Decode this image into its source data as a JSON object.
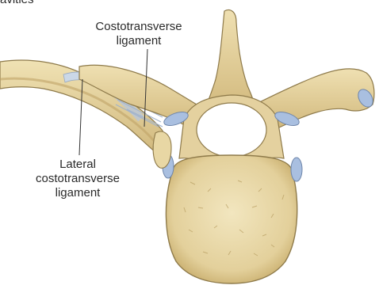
{
  "labels": {
    "top_fragment": "avitles",
    "costotransverse": [
      "Costotransverse",
      "ligament"
    ],
    "lateral_costotransverse": [
      "Lateral",
      "costotransverse",
      "ligament"
    ]
  },
  "colors": {
    "bone": "#e7d7a6",
    "bone_dark": "#cdb57a",
    "bone_outline": "#8e7a4a",
    "cartilage": "#a9bfe0",
    "ligament": "#c9d6e6",
    "canal": "#ffffff"
  }
}
